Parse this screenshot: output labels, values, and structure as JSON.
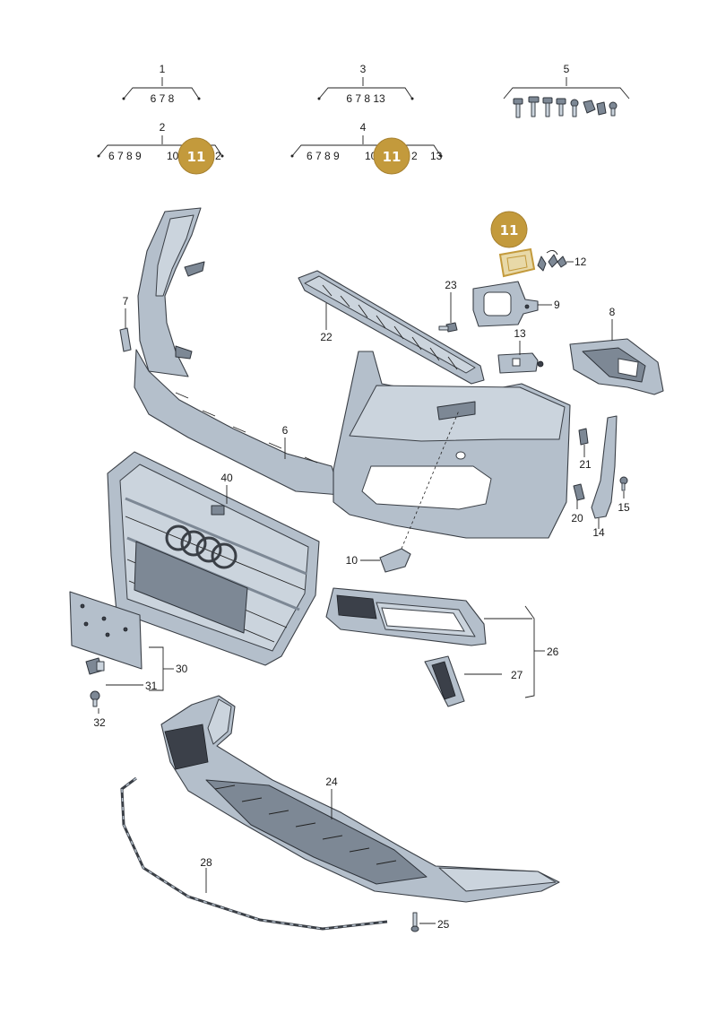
{
  "groups": {
    "g1": {
      "number": "1",
      "items": "6 7 8"
    },
    "g2": {
      "number": "2",
      "items_a": "6 7 8 9",
      "items_b": "10",
      "items_c": "2"
    },
    "g3": {
      "number": "3",
      "items": "6 7 8 13"
    },
    "g4": {
      "number": "4",
      "items_a": "6 7 8 9",
      "items_b": "10",
      "items_c": "2",
      "items_d": "13"
    },
    "g5": {
      "number": "5"
    }
  },
  "badges": {
    "b1": "11",
    "b2": "11",
    "b3": "11"
  },
  "badge_color": "#c39a3c",
  "part_color": "#b4bfcb",
  "labels": {
    "p6": "6",
    "p7": "7",
    "p8": "8",
    "p9": "9",
    "p10": "10",
    "p12": "12",
    "p13": "13",
    "p14": "14",
    "p15": "15",
    "p20": "20",
    "p21": "21",
    "p22": "22",
    "p23": "23",
    "p24": "24",
    "p25": "25",
    "p26": "26",
    "p27": "27",
    "p28": "28",
    "p30": "30",
    "p31": "31",
    "p32": "32",
    "p40": "40"
  }
}
